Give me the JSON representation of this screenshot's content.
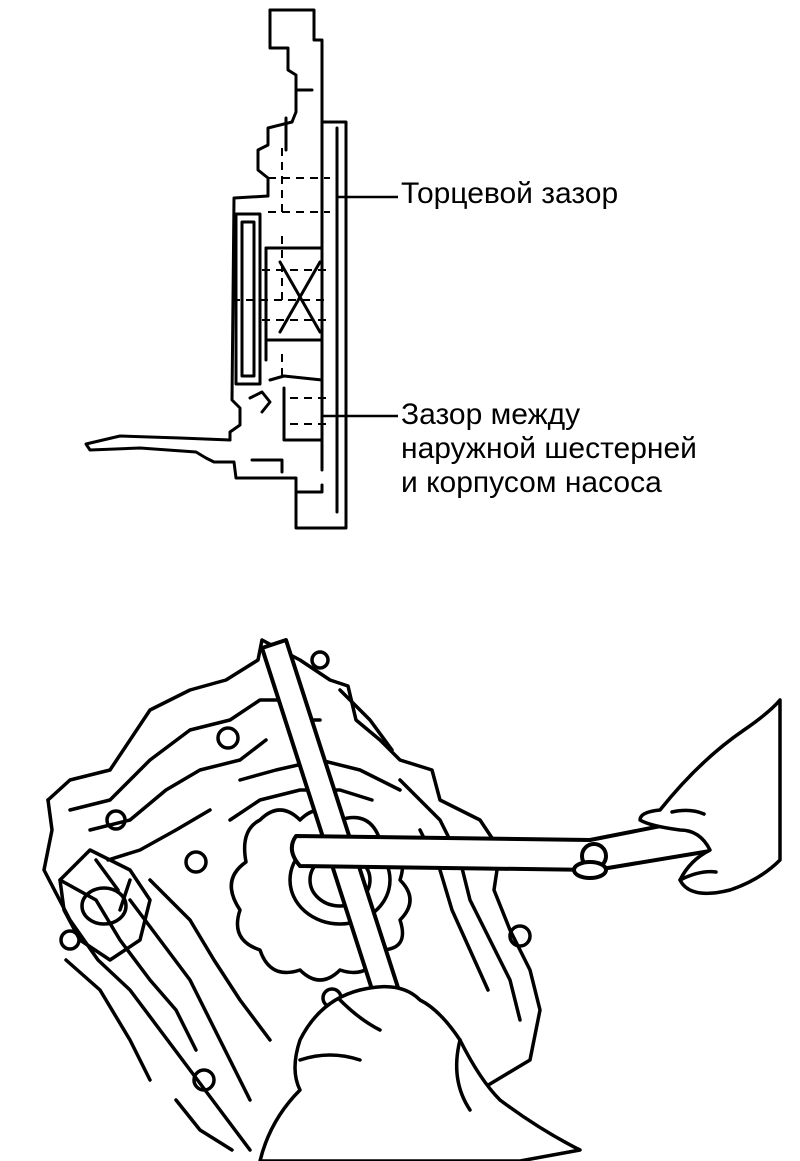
{
  "labels": {
    "end_clearance": "Торцевой зазор",
    "gear_clearance": [
      "Зазор между",
      "наружной шестерней",
      "и корпусом насоса"
    ]
  }
}
